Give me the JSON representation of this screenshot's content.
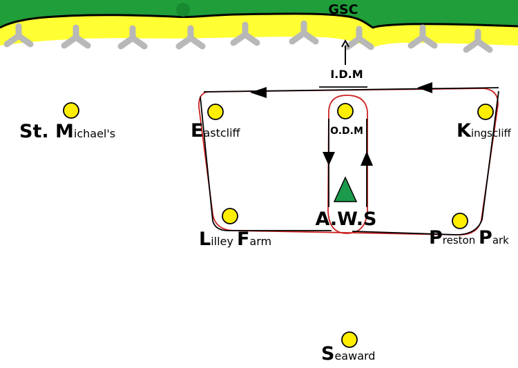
{
  "colors": {
    "grass": "#1f9e3a",
    "sand": "#ffff33",
    "outline": "#000000",
    "station_fill": "#ffee00",
    "loop_red": "#cc2222",
    "triangle": "#1a9a4a",
    "groyne": "#b8b8b8"
  },
  "header": {
    "region_label": "GSC"
  },
  "markers": {
    "idm": "I.D.M",
    "odm": "O.D.M",
    "aws": "A.W.S"
  },
  "stations": {
    "st_michaels": {
      "initial": "St. M",
      "rest": "ichael's"
    },
    "eastcliff": {
      "initial": "E",
      "rest": "astcliff"
    },
    "kingscliff": {
      "initial": "K",
      "rest": "ingscliff"
    },
    "lilley_farm": {
      "initial1": "L",
      "rest1": "illey ",
      "initial2": "F",
      "rest2": "arm"
    },
    "preston_park": {
      "initial1": "P",
      "rest1": "reston ",
      "initial2": "P",
      "rest2": "ark"
    },
    "seaward": {
      "initial": "S",
      "rest": "eaward"
    }
  },
  "icons": {
    "groyne": "groyne-icon",
    "station": "station-dot-icon",
    "aws": "aws-triangle-icon"
  }
}
